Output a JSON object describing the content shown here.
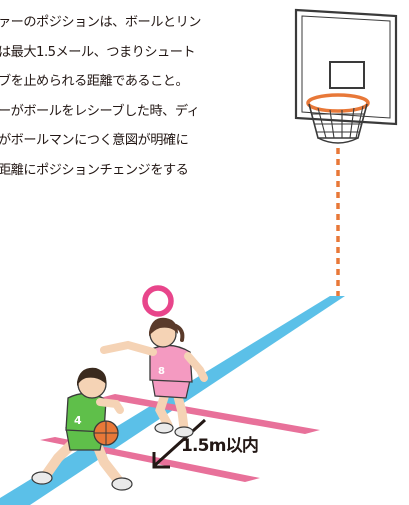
{
  "explanation": {
    "lines": [
      "ァーのポジションは、ボールとリン",
      "は最大1.5メール、つまりシュート",
      "ブを止められる距離であること。",
      "ーがボールをレシーブした時、ディ",
      "がボールマンにつく意図が明確に",
      "距離にポジションチェンジをする"
    ]
  },
  "diagram": {
    "distance_label": "1.5m以内",
    "evaluation_mark": "correct-circle-icon",
    "colors": {
      "court_line": "#5bc0e8",
      "marker_lines": "#e8719a",
      "guide_line": "#e87838",
      "circle_mark": "#e8458b",
      "defender_shirt": "#f49ac1",
      "attacker_shirt": "#5fbf4a"
    }
  }
}
